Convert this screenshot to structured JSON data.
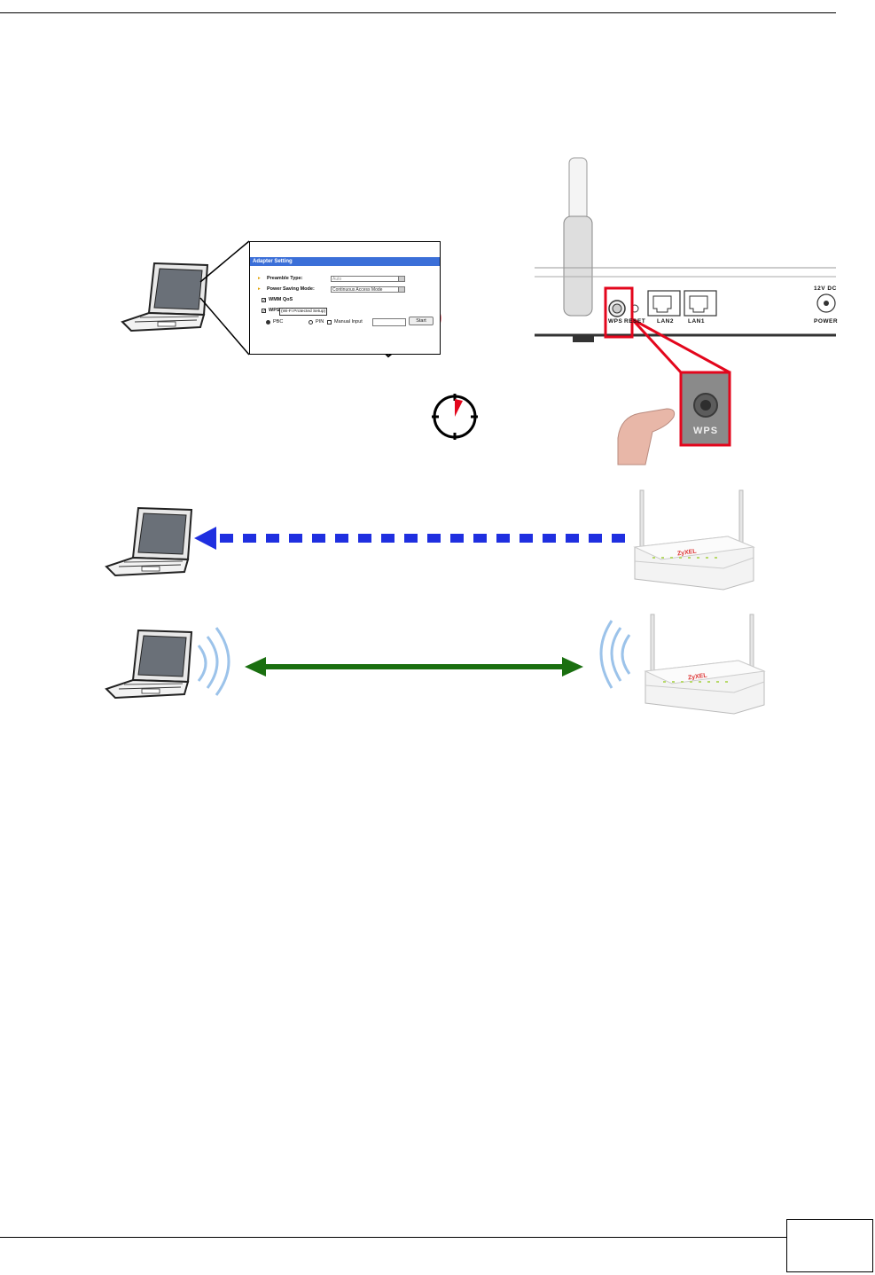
{
  "adapter_setting": {
    "title": "Adapter Setting",
    "preamble_label": "Preamble Type:",
    "preamble_value": "Auto",
    "power_label": "Power Saving Mode:",
    "power_value": "Continuous Access Mode",
    "wmm_label": "WMM QoS",
    "wps_label": "WPS",
    "wps_full": "(Wi-Fi Protected Setup)",
    "pbc_label": "PBC",
    "pin_label": "PIN",
    "manual_label": "Manual Input",
    "start_label": "Start"
  },
  "router_back": {
    "wps": "WPS",
    "reset": "RESET",
    "lan2": "LAN2",
    "lan1": "LAN1",
    "power_rating": "12V  DC",
    "power": "POWER"
  },
  "wps_zoom_label": "WPS",
  "brand": "ZyXEL",
  "colors": {
    "highlight_red": "#e3061c",
    "dashed_blue": "#1f2fe0",
    "link_green": "#1a6f10",
    "wave_blue": "#9cc3ea"
  }
}
